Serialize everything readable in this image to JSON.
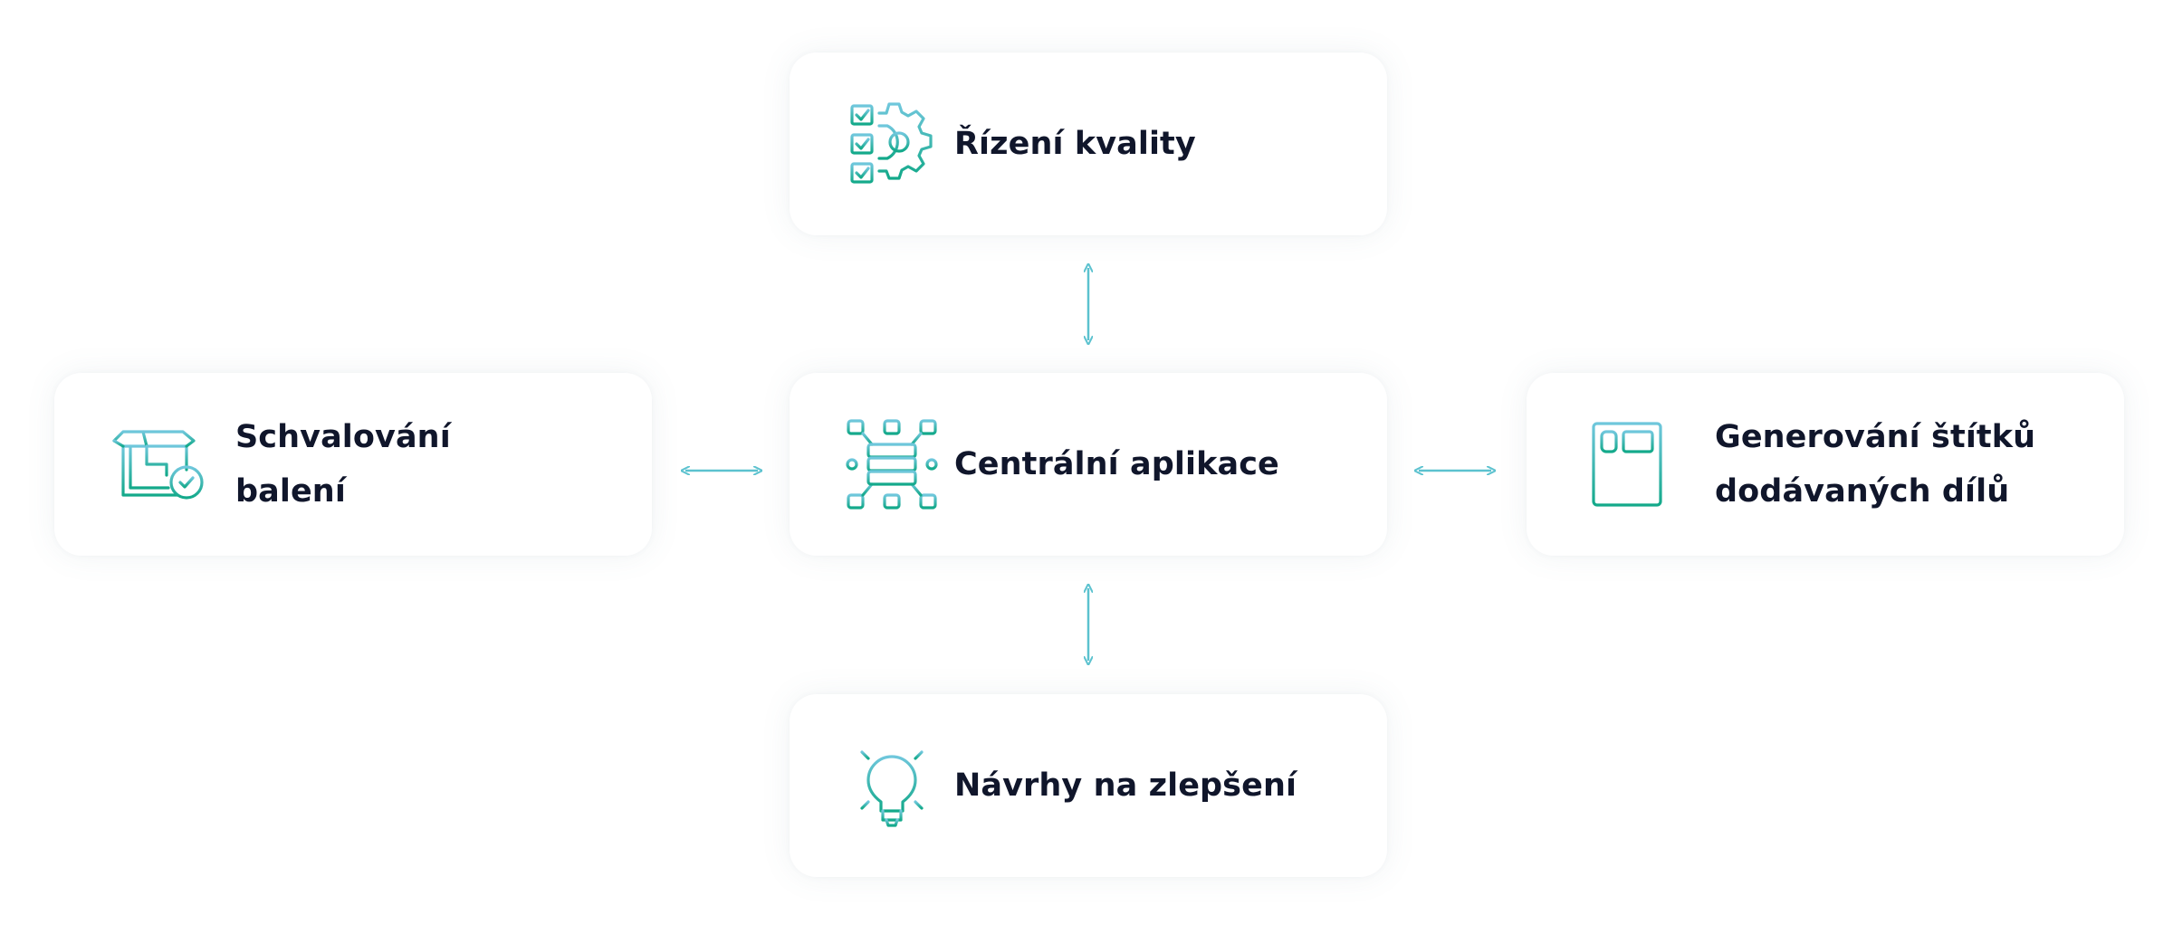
{
  "nodes": {
    "quality": {
      "label": "Řízení kvality",
      "icon": "quality-control-gear-checklist-icon"
    },
    "central": {
      "label": "Centrální aplikace",
      "icon": "server-network-icon"
    },
    "packaging": {
      "label_line1": "Schvalování",
      "label_line2": "balení",
      "icon": "box-check-icon"
    },
    "labels": {
      "label_line1": "Generování štítků",
      "label_line2": "dodávaných dílů",
      "icon": "label-barcode-icon"
    },
    "improvement": {
      "label": "Návrhy na zlepšení",
      "icon": "lightbulb-icon"
    }
  },
  "colors": {
    "icon_gradient_top": "#6fc7dc",
    "icon_gradient_bottom": "#13a98a",
    "connector": "#5cc2cf",
    "text": "#10162b"
  }
}
